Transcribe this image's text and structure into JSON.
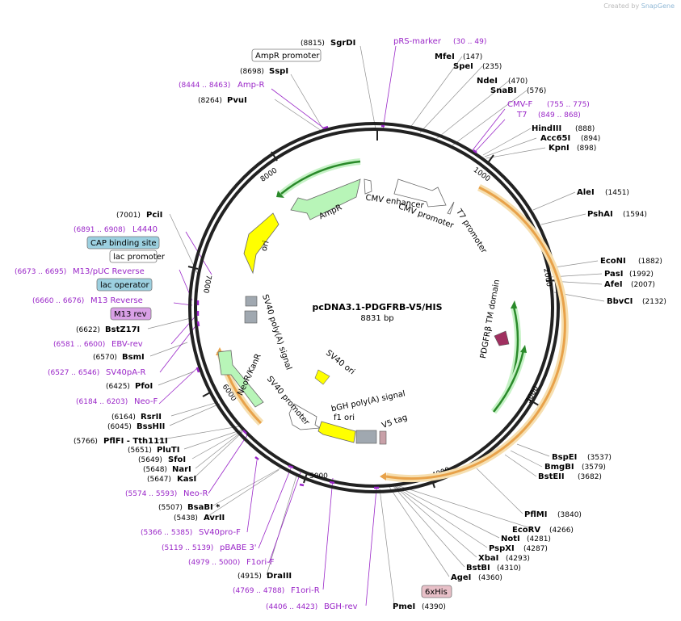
{
  "header": {
    "credit_prefix": "Created by",
    "brand": "SnapGene"
  },
  "plasmid": {
    "name": "pcDNA3.1-PDGFRB-V5/HIS",
    "length_label": "8831 bp",
    "length": 8831
  },
  "colors": {
    "primer": "#9a26c8",
    "orf": "#e8a24a",
    "ampr": "#b8f5b8",
    "ori": "#ffff00",
    "promoter": "#ffffff",
    "domain": "#a03060",
    "misc": "#a0a8b0"
  },
  "ruler_ticks": [
    "1000",
    "2000",
    "3000",
    "4000",
    "5000",
    "6000",
    "7000",
    "8000"
  ],
  "enzymes": [
    {
      "pos": "(8815)",
      "name": "SgrDI"
    },
    {
      "pos": "(8698)",
      "name": "SspI"
    },
    {
      "pos": "(8264)",
      "name": "PvuI"
    },
    {
      "name": "MfeI",
      "pos": "(147)"
    },
    {
      "name": "SpeI",
      "pos": "(235)"
    },
    {
      "name": "NdeI",
      "pos": "(470)"
    },
    {
      "name": "SnaBI",
      "pos": "(576)"
    },
    {
      "name": "HindIII",
      "pos": "(888)"
    },
    {
      "name": "Acc65I",
      "pos": "(894)"
    },
    {
      "name": "KpnI",
      "pos": "(898)"
    },
    {
      "name": "AleI",
      "pos": "(1451)"
    },
    {
      "name": "PshAI",
      "pos": "(1594)"
    },
    {
      "name": "EcoNI",
      "pos": "(1882)"
    },
    {
      "name": "PasI",
      "pos": "(1992)"
    },
    {
      "name": "AfeI",
      "pos": "(2007)"
    },
    {
      "name": "BbvCI",
      "pos": "(2132)"
    },
    {
      "name": "BspEI",
      "pos": "(3537)"
    },
    {
      "name": "BmgBI",
      "pos": "(3579)"
    },
    {
      "name": "BstEII",
      "pos": "(3682)"
    },
    {
      "name": "PflMI",
      "pos": "(3840)"
    },
    {
      "name": "EcoRV",
      "pos": "(4266)"
    },
    {
      "name": "NotI",
      "pos": "(4281)"
    },
    {
      "name": "PspXI",
      "pos": "(4287)"
    },
    {
      "name": "XbaI",
      "pos": "(4293)"
    },
    {
      "name": "BstBI",
      "pos": "(4310)"
    },
    {
      "name": "AgeI",
      "pos": "(4360)"
    },
    {
      "name": "PmeI",
      "pos": "(4390)"
    },
    {
      "pos": "(4915)",
      "name": "DraIII"
    },
    {
      "pos": "(5438)",
      "name": "AvrII"
    },
    {
      "pos": "(5507)",
      "name": "BsaBI *"
    },
    {
      "pos": "(5647)",
      "name": "KasI"
    },
    {
      "pos": "(5648)",
      "name": "NarI"
    },
    {
      "pos": "(5649)",
      "name": "SfoI"
    },
    {
      "pos": "(5651)",
      "name": "PluTI"
    },
    {
      "pos": "(5766)",
      "name": "PflFI - Tth111I"
    },
    {
      "pos": "(6045)",
      "name": "BssHII"
    },
    {
      "pos": "(6164)",
      "name": "RsrII"
    },
    {
      "pos": "(6425)",
      "name": "PfoI"
    },
    {
      "pos": "(6570)",
      "name": "BsmI"
    },
    {
      "pos": "(6622)",
      "name": "BstZ17I"
    },
    {
      "pos": "(7001)",
      "name": "PciI"
    }
  ],
  "primers": [
    {
      "name": "pRS-marker",
      "range": "(30 .. 49)"
    },
    {
      "name": "CMV-F",
      "range": "(755 .. 775)"
    },
    {
      "name": "T7",
      "range": "(849 .. 868)"
    },
    {
      "range": "(8444 .. 8463)",
      "name": "Amp-R"
    },
    {
      "range": "(6891 .. 6908)",
      "name": "L4440"
    },
    {
      "range": "(6673 .. 6695)",
      "name": "M13/pUC Reverse"
    },
    {
      "range": "(6660 .. 6676)",
      "name": "M13 Reverse"
    },
    {
      "range": "(6581 .. 6600)",
      "name": "EBV-rev"
    },
    {
      "range": "(6527 .. 6546)",
      "name": "SV40pA-R"
    },
    {
      "range": "(6184 .. 6203)",
      "name": "Neo-F"
    },
    {
      "range": "(5574 .. 5593)",
      "name": "Neo-R"
    },
    {
      "range": "(5366 .. 5385)",
      "name": "SV40pro-F"
    },
    {
      "range": "(5119 .. 5139)",
      "name": "pBABE 3'"
    },
    {
      "range": "(4979 .. 5000)",
      "name": "F1ori-F"
    },
    {
      "range": "(4769 .. 4788)",
      "name": "F1ori-R"
    },
    {
      "range": "(4406 .. 4423)",
      "name": "BGH-rev"
    }
  ],
  "boxed_features": [
    {
      "name": "AmpR promoter"
    },
    {
      "name": "CAP binding site"
    },
    {
      "name": "lac promoter"
    },
    {
      "name": "lac operator"
    },
    {
      "name": "M13 rev"
    },
    {
      "name": "6xHis"
    }
  ],
  "features": [
    {
      "name": "AmpR"
    },
    {
      "name": "ori"
    },
    {
      "name": "CMV enhancer"
    },
    {
      "name": "CMV promoter"
    },
    {
      "name": "T7 promoter"
    },
    {
      "name": "PDGFRβ TM domain"
    },
    {
      "name": "SV40 poly(A) signal"
    },
    {
      "name": "SV40 ori"
    },
    {
      "name": "NeoR/KanR"
    },
    {
      "name": "SV40 promoter"
    },
    {
      "name": "bGH poly(A) signal"
    },
    {
      "name": "f1 ori"
    },
    {
      "name": "V5 tag"
    }
  ]
}
